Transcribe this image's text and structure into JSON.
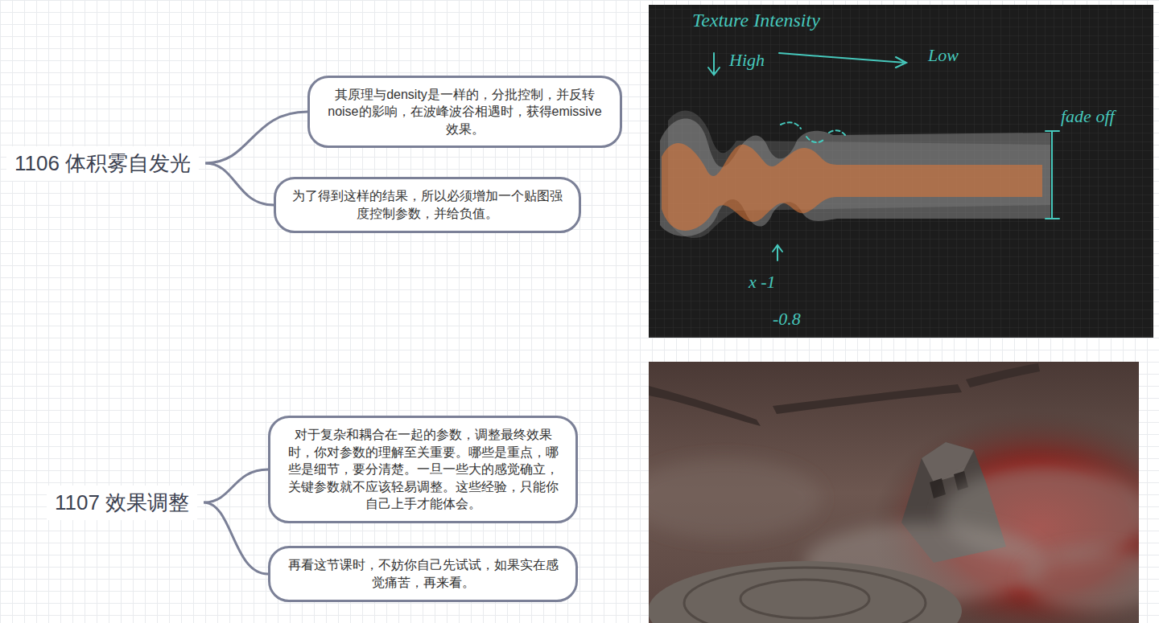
{
  "diagram": {
    "nodes": [
      {
        "text": [
          "1106 体积雾自发光"
        ]
      },
      {
        "text": [
          "其原理与density是一样的，分批控制，并反转noise的影响，在波峰波谷相遇时，获得emissive效果。"
        ]
      },
      {
        "text": [
          "为了得到这样的结果，所以必须增加一个贴图强度控制参数，并给负值。"
        ]
      },
      {
        "text": [
          "1107 效果调整"
        ]
      },
      {
        "text": [
          "对于复杂和耦合在一起的参数，调整最终效果时，你对参数的理解至关重要。哪些是重点，哪些是细节，要分清楚。一旦一些大的感觉确立，关键参数就不应该轻易调整。这些经验，只能你自己上手才能体会。"
        ]
      },
      {
        "text": [
          "再看这节课时，不妨你自己先试试，如果实在感觉痛苦，再来看。"
        ]
      }
    ],
    "edges": [
      {
        "from": 0,
        "to": 1,
        "arrow": "none"
      },
      {
        "from": 0,
        "to": 2,
        "arrow": "none"
      },
      {
        "from": 3,
        "to": 4,
        "arrow": "none"
      },
      {
        "from": 3,
        "to": 5,
        "arrow": "none"
      }
    ],
    "labels": [
      "Texture Intensity",
      "High",
      "Low",
      "fade off",
      "x -1",
      "-0.8"
    ]
  }
}
